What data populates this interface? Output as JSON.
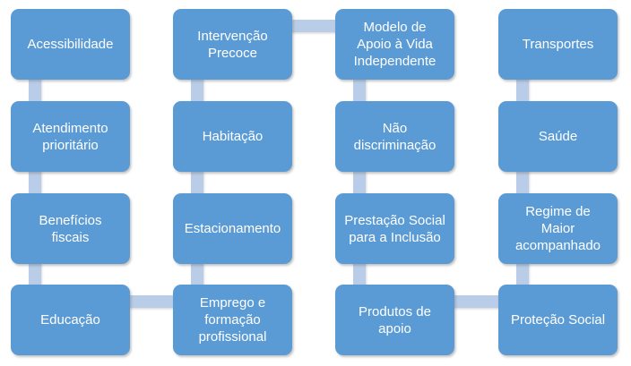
{
  "diagram": {
    "type": "serpentine-process-smartart",
    "colors": {
      "box_fill": "#5b9bd5",
      "connector": "#b9cde8",
      "text": "#ffffff",
      "background": "#ffffff"
    },
    "columns": [
      {
        "boxes": [
          "Acessibilidade",
          "Atendimento\nprioritário",
          "Benefícios\nfiscais",
          "Educação"
        ]
      },
      {
        "boxes": [
          "Intervenção\nPrecoce",
          "Habitação",
          "Estacionamento",
          "Emprego e\nformação\nprofissional"
        ]
      },
      {
        "boxes": [
          "Modelo de\nApoio à Vida\nIndependente",
          "Não\ndiscriminação",
          "Prestação Social\npara a Inclusão",
          "Produtos de\napoio"
        ]
      },
      {
        "boxes": [
          "Transportes",
          "Saúde",
          "Regime de\nMaior\nacompanhado",
          "Proteção Social"
        ]
      }
    ]
  }
}
